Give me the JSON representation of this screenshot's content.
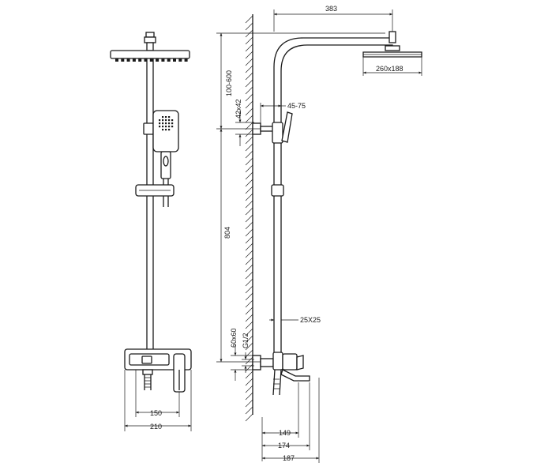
{
  "dimensions": {
    "arm_length": "383",
    "head_size": "260x188",
    "height_adjust": "100-600",
    "wall_offset": "45-75",
    "bracket_size": "42x42",
    "pipe_length": "804",
    "pipe_section": "25X25",
    "mixer_plate": "60x60",
    "thread": "G1/2",
    "centers_front": "150",
    "width_front": "210",
    "depth_1": "149",
    "depth_2": "174",
    "depth_3": "187"
  },
  "colors": {
    "line": "#1a1a1a",
    "background": "#ffffff"
  }
}
